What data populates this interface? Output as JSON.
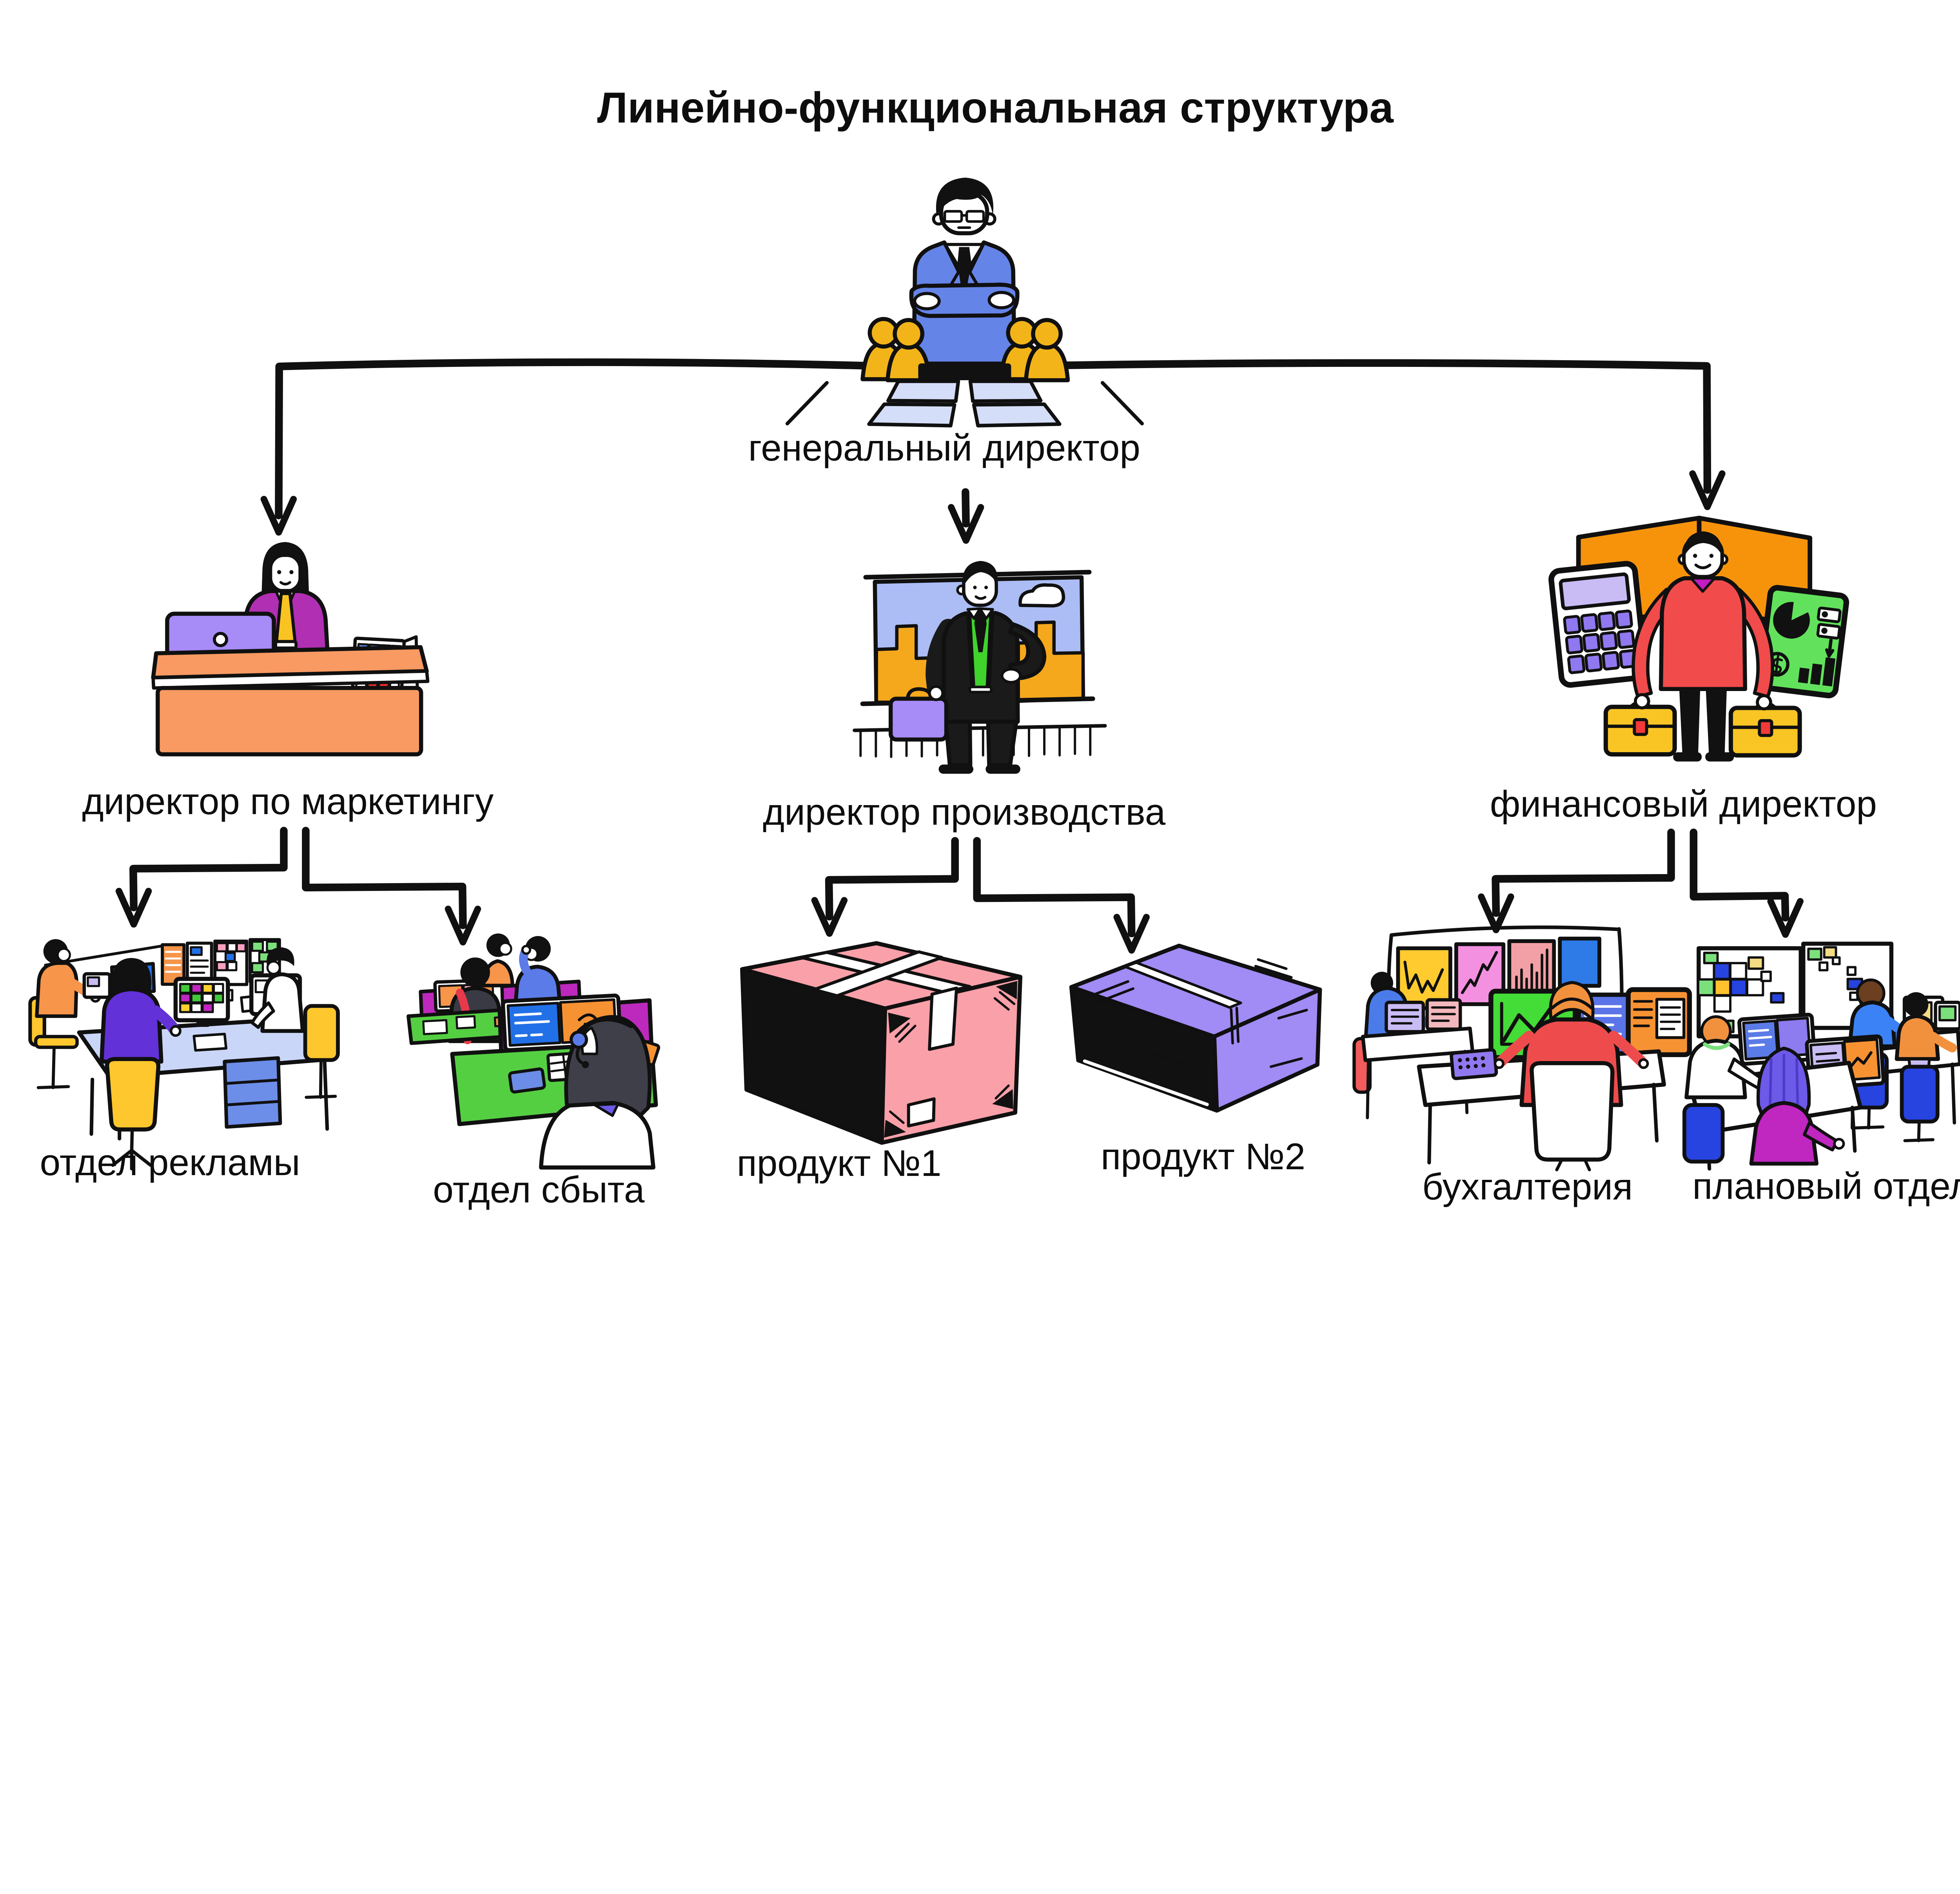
{
  "title": "Линейно-функциональная структура",
  "org": {
    "root": {
      "label": "генеральный директор",
      "illustration": "ceo-with-team-pawns-at-boardroom-table"
    },
    "branches": [
      {
        "label": "директор по маркетингу",
        "illustration": "woman-at-orange-desk-with-purple-laptop-coffee-calendar",
        "children": [
          {
            "label": "отдел рекламы",
            "illustration": "team-at-blue-table-with-monitors-and-moodboard"
          },
          {
            "label": "отдел сбыта",
            "illustration": "call-center-green-desks-magenta-dividers-headset"
          }
        ]
      },
      {
        "label": "директор производства",
        "illustration": "man-in-black-suit-green-shirt-briefcase-by-window",
        "children": [
          {
            "label": "продукт №1",
            "illustration": "pink-cardboard-box-with-tape"
          },
          {
            "label": "продукт №2",
            "illustration": "purple-flat-box"
          }
        ]
      },
      {
        "label": "финансовый директор",
        "illustration": "man-in-red-jacket-with-calculator-chart-two-yellow-briefcases",
        "children": [
          {
            "label": "бухгалтерия",
            "illustration": "accountant-in-red-with-monitors-and-wall-charts"
          },
          {
            "label": "плановый отдел",
            "illustration": "planning-team-with-kanban-board"
          }
        ]
      }
    ]
  },
  "palette": {
    "text": "#0d0d0d",
    "line": "#101010",
    "ceo_suit_blue": "#6584E8",
    "pawn_yellow": "#F2B418",
    "boardroom_table_blue": "#D5DEF8",
    "marketing_desk_orange": "#F89A62",
    "laptop_purple": "#A78BF7",
    "blouse_magenta": "#B12FB2",
    "tie_yellow": "#F9C422",
    "window_sky_blue": "#ABBDF4",
    "skyline_yellow": "#F5A81C",
    "shirt_green": "#3FD32C",
    "briefcase_purple": "#A78BF7",
    "folding_screen_orange": "#F7930B",
    "jacket_red": "#F14B4B",
    "calculator_purple": "#9078F0",
    "chart_board_green": "#62E25C",
    "briefcase_yellow": "#F9C525",
    "clasp_red": "#F23A3A",
    "product1_pink": "#F9A0A8",
    "product2_purple": "#A18BF5",
    "dept_table_blue": "#C9D6F8",
    "chair_yellow": "#FFC72E",
    "sales_desk_green": "#54CF42",
    "divider_magenta": "#BC29BC",
    "chair_blue": "#2743E0",
    "sweater_red": "#EE4C4C",
    "card_yellow": "#FFCB2E",
    "card_pink": "#F490E0",
    "card_salmon": "#F2A0A5",
    "card_blue": "#2E7BE8"
  }
}
